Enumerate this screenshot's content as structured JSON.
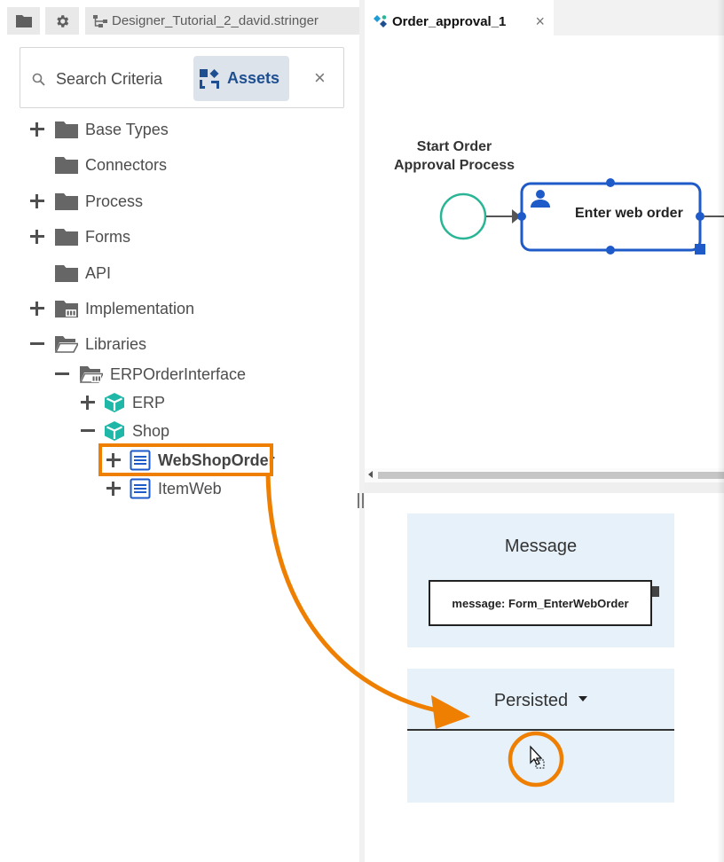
{
  "top_tabs": {
    "project_tab": "Designer_Tutorial_2_david.stringer"
  },
  "search": {
    "label": "Search Criteria",
    "assets_button": "Assets"
  },
  "tree": {
    "items": [
      {
        "label": "Base Types",
        "toggle": "plus",
        "icon": "folder-icon"
      },
      {
        "label": "Connectors",
        "toggle": "none",
        "icon": "folder-icon"
      },
      {
        "label": "Process",
        "toggle": "plus",
        "icon": "folder-icon"
      },
      {
        "label": "Forms",
        "toggle": "plus",
        "icon": "folder-icon"
      },
      {
        "label": "API",
        "toggle": "none",
        "icon": "folder-icon"
      },
      {
        "label": "Implementation",
        "toggle": "plus",
        "icon": "implementation-folder-icon"
      },
      {
        "label": "Libraries",
        "toggle": "minus",
        "icon": "open-folder-icon"
      },
      {
        "label": "ERPOrderInterface",
        "toggle": "minus",
        "icon": "library-folder-icon"
      },
      {
        "label": "ERP",
        "toggle": "plus",
        "icon": "module-cube-icon"
      },
      {
        "label": "Shop",
        "toggle": "minus",
        "icon": "module-cube-icon"
      },
      {
        "label": "WebShopOrder",
        "toggle": "plus",
        "icon": "data-object-icon"
      },
      {
        "label": "ItemWeb",
        "toggle": "plus",
        "icon": "data-object-icon"
      }
    ]
  },
  "document_tab": {
    "title": "Order_approval_1"
  },
  "diagram": {
    "start_event_label_line1": "Start Order",
    "start_event_label_line2": "Approval Process",
    "task_label": "Enter web order"
  },
  "properties": {
    "message_title": "Message",
    "message_value": "message: Form_EnterWebOrder",
    "persisted_title": "Persisted"
  },
  "colors": {
    "accent_orange": "#ee7f00",
    "task_border_blue": "#1e5ac8",
    "start_event_teal": "#2bb597",
    "cube_teal": "#1fb8a8",
    "card_bg": "#e6f1fa"
  }
}
